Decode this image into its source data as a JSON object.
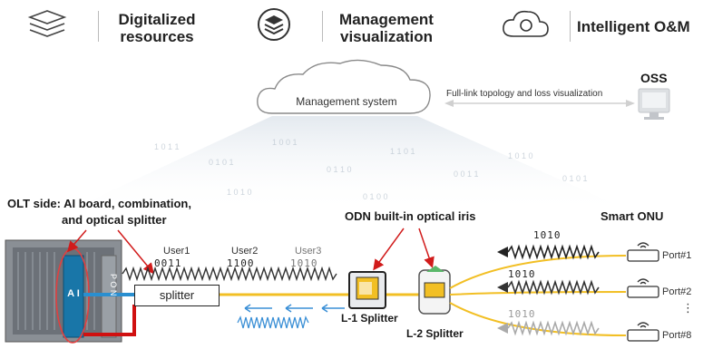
{
  "header": {
    "item1": {
      "title_line1": "Digitalized",
      "title_line2": "resources",
      "icon": "layers-icon"
    },
    "item2": {
      "title_line1": "Management",
      "title_line2": "visualization",
      "icon": "stack-icon"
    },
    "item3": {
      "title": "Intelligent O&M",
      "icon": "cloud-brain-icon"
    }
  },
  "cloud": {
    "label": "Management system"
  },
  "oss": {
    "title": "OSS",
    "link_label": "Full-link topology and loss visualization"
  },
  "olt": {
    "caption_line1": "OLT side: AI board, combination,",
    "caption_line2": "and optical  splitter",
    "board_label": "A I",
    "pon_label": "P O N",
    "splitter_label": "splitter"
  },
  "users": [
    {
      "name": "User1",
      "code": "0011"
    },
    {
      "name": "User2",
      "code": "1100"
    },
    {
      "name": "User3",
      "code": "1010"
    }
  ],
  "odn": {
    "title": "ODN built-in optical iris",
    "l1_label": "L-1 Splitter",
    "l2_label": "L-2 Splitter"
  },
  "onu": {
    "title": "Smart ONU",
    "codes": [
      "1010",
      "1010",
      "1010"
    ],
    "ports": [
      "Port#1",
      "Port#2",
      "Port#8"
    ],
    "ellipsis": "⋮"
  },
  "colors": {
    "fiber": "#f2bf24",
    "board": "#1976a8",
    "arrow": "#d11b1b"
  }
}
